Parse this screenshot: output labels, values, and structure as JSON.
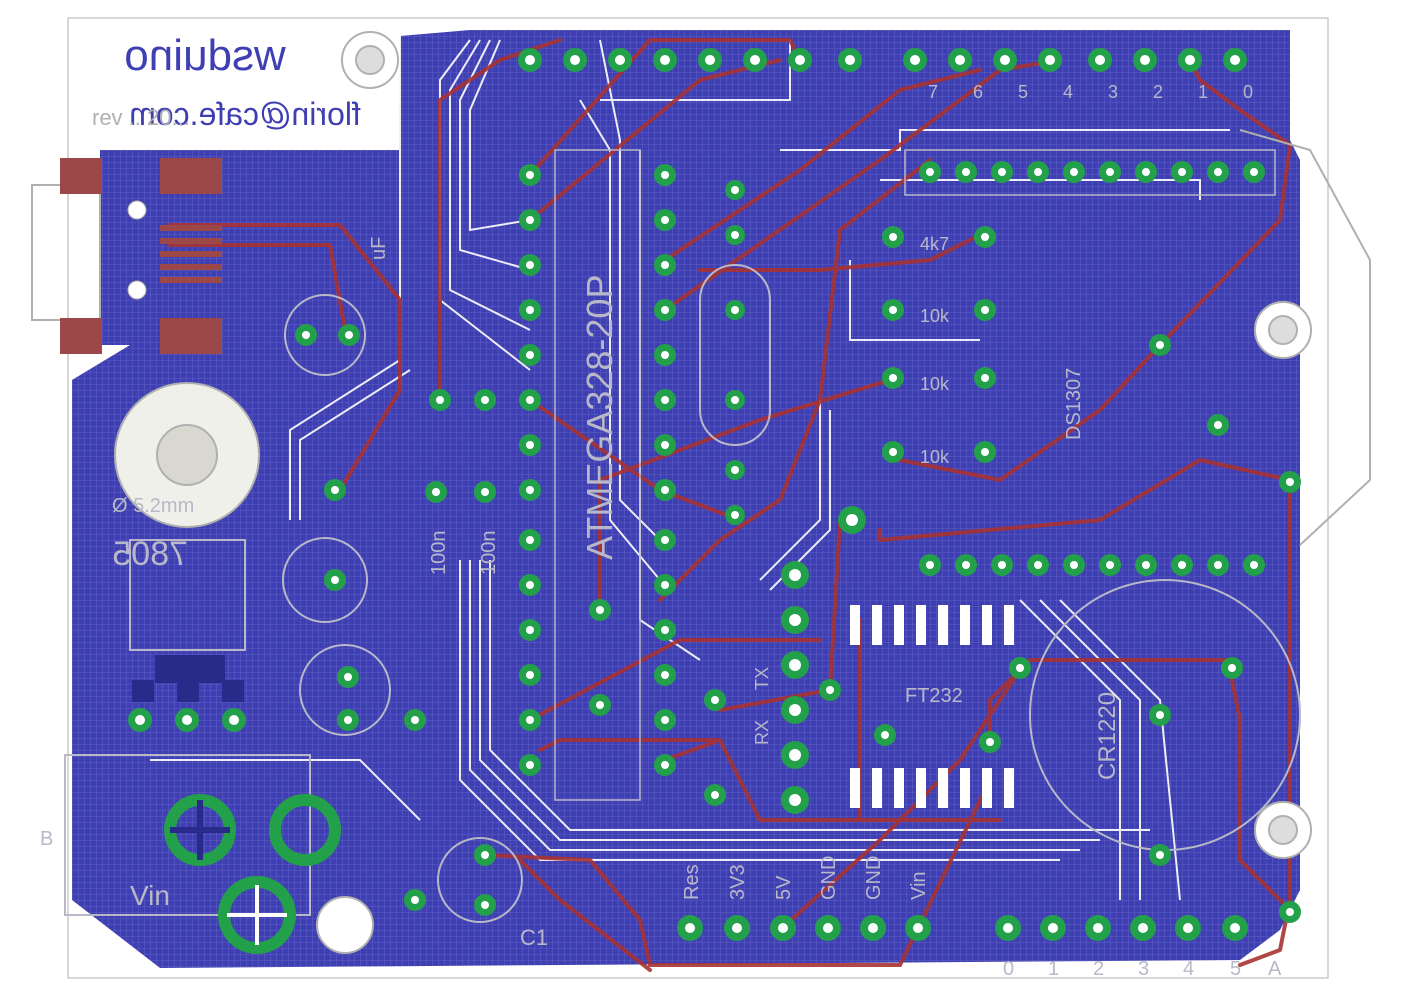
{
  "board": {
    "title_mirrored": "wsduino",
    "author_mirrored": "florin@cafe.com",
    "rev_text": "rev .. 20...",
    "hole_label": "Ø 5.2mm",
    "chip_label": "ATMEGA328-20P",
    "regulator_label": "7805",
    "vin_label": "Vin",
    "c1_label": "C1",
    "rtc_label": "DS1307",
    "battery_label": "CR1220",
    "uf_label": "uF",
    "cap_labels": [
      "100n",
      "100n"
    ],
    "resistor_labels": [
      "4k7",
      "10k",
      "10k",
      "10k"
    ],
    "fet_label": "FT232",
    "rx_label": "RX",
    "tx_label": "TX",
    "power_header_labels": [
      "Res",
      "3V3",
      "5V",
      "GND",
      "GND",
      "Vin"
    ],
    "analog_header_labels": [
      "0",
      "1",
      "2",
      "3",
      "4",
      "5"
    ],
    "digital_top_labels": [
      "7",
      "6",
      "5",
      "4",
      "3",
      "2",
      "1",
      "0"
    ],
    "extra_labels": [
      "A",
      "B"
    ]
  },
  "colors": {
    "background": "#ffffff",
    "board_fill": "#3f3fb4",
    "grid": "#8a8ad8",
    "copper_bottom": "#a83232",
    "pad_ring": "#22a04a",
    "pad_hole": "#ffffff",
    "silkscreen": "#b8b8c8",
    "trace_white": "#ffffff",
    "smd_pad": "#9c4848"
  }
}
